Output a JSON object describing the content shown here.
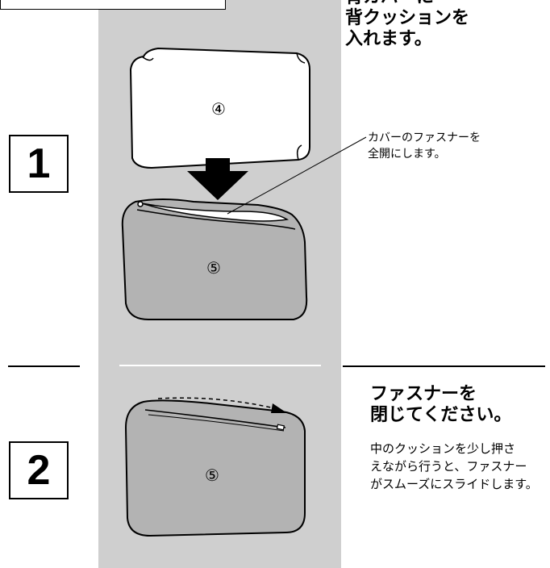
{
  "steps": {
    "step1": {
      "number": "1"
    },
    "step2": {
      "number": "2"
    }
  },
  "step1_heading": {
    "line1": "背カバーに",
    "line2": "背クッションを",
    "line3": "入れます。"
  },
  "step1_note": {
    "line1": "カバーのファスナーを",
    "line2": "全開にします。"
  },
  "step2_heading": {
    "line1": "ファスナーを",
    "line2": "閉じてください。"
  },
  "step2_note": {
    "line1": "中のクッションを少し押さ",
    "line2": "えながら行うと、ファスナー",
    "line3": "がスムーズにスライドします。"
  },
  "markers": {
    "cushion": "④",
    "cover_top": "⑤",
    "cover_bottom": "⑤"
  },
  "colors": {
    "band": "#cfcfcf",
    "cover_fill": "#b3b3b3",
    "cushion_fill": "#ffffff",
    "line": "#000000"
  }
}
